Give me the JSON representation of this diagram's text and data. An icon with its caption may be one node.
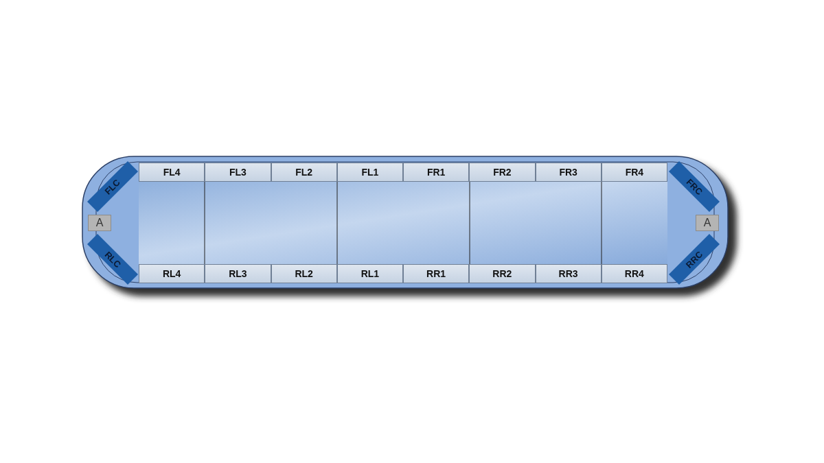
{
  "diagram": {
    "nodes": [
      {
        "text": [
          "FL4"
        ]
      },
      {
        "text": [
          "FL3"
        ]
      },
      {
        "text": [
          "FL2"
        ]
      },
      {
        "text": [
          "FL1"
        ]
      },
      {
        "text": [
          "FR1"
        ]
      },
      {
        "text": [
          "FR2"
        ]
      },
      {
        "text": [
          "FR3"
        ]
      },
      {
        "text": [
          "FR4"
        ]
      },
      {
        "text": [
          "FLC"
        ]
      },
      {
        "text": [
          "FRC"
        ]
      },
      {
        "text": [
          "A"
        ]
      },
      {
        "text": [
          "A"
        ]
      },
      {
        "text": [
          "RLC"
        ]
      },
      {
        "text": [
          "RRC"
        ]
      },
      {
        "text": [
          "RL4"
        ]
      },
      {
        "text": [
          "RL3"
        ]
      },
      {
        "text": [
          "RL2"
        ]
      },
      {
        "text": [
          "RL1"
        ]
      },
      {
        "text": [
          "RR1"
        ]
      },
      {
        "text": [
          "RR2"
        ]
      },
      {
        "text": [
          "RR3"
        ]
      },
      {
        "text": [
          "RR4"
        ]
      }
    ]
  }
}
